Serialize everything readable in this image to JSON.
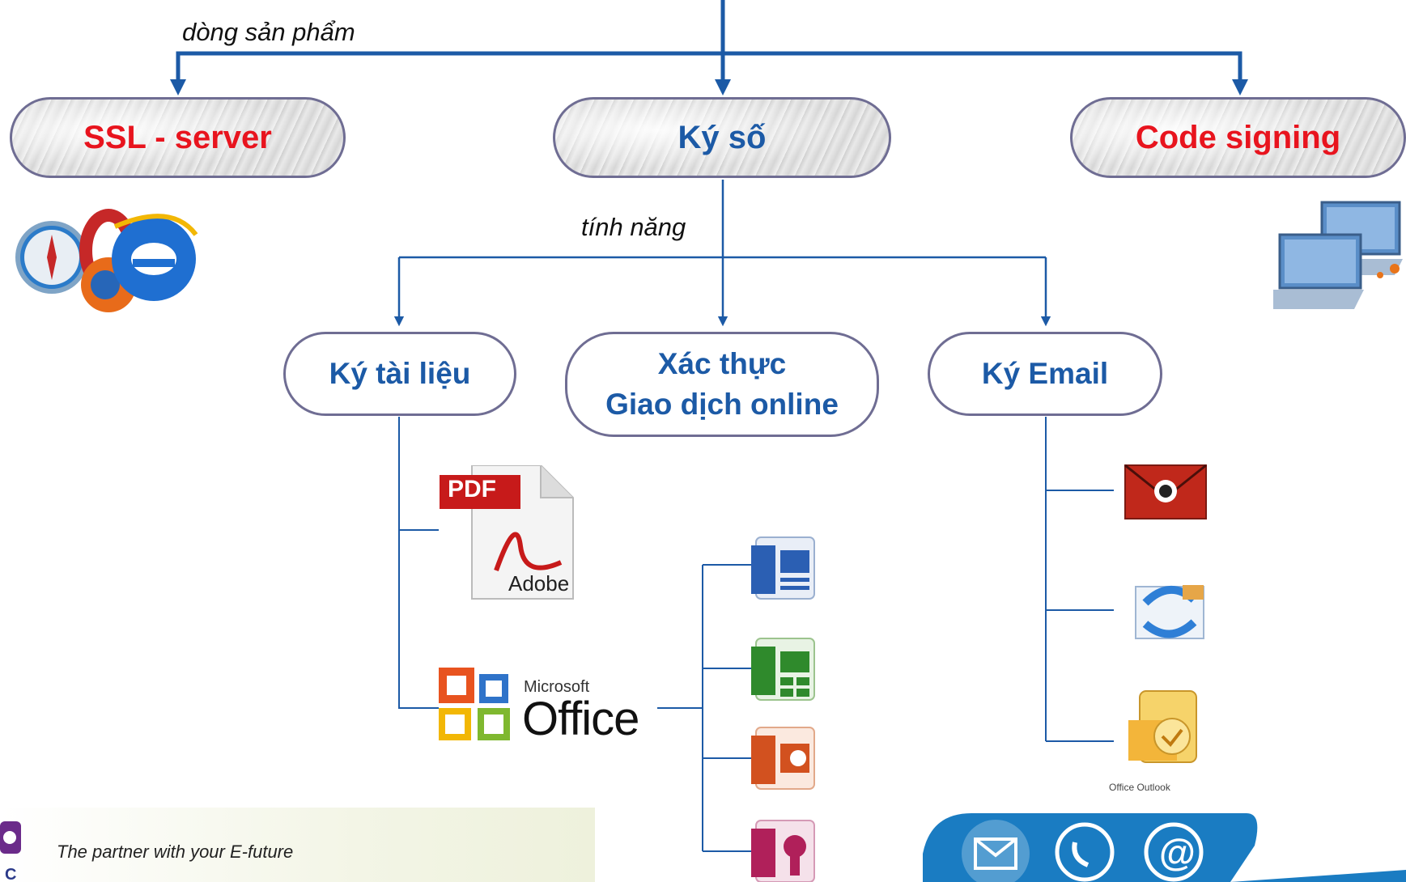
{
  "labels": {
    "product_line": "dòng sản phẩm",
    "features": "tính năng"
  },
  "top_nodes": {
    "ssl": "SSL - server",
    "signing": "Ký số",
    "code_signing": "Code signing"
  },
  "feature_nodes": {
    "doc_sign": "Ký tài liệu",
    "auth_line1": "Xác thực",
    "auth_line2": "Giao dịch online",
    "email_sign": "Ký Email"
  },
  "icons": {
    "pdf": {
      "title": "PDF",
      "brand": "Adobe"
    },
    "office": {
      "brand_small": "Microsoft",
      "brand_large": "Office"
    },
    "outlook_caption": "Office Outlook"
  },
  "footer": {
    "tagline": "The partner with your E-future"
  },
  "colors": {
    "connector": "#1c5aa6",
    "red_text": "#e8141e",
    "blue_text": "#1c5aa6",
    "pill_border": "#6f6d93"
  }
}
